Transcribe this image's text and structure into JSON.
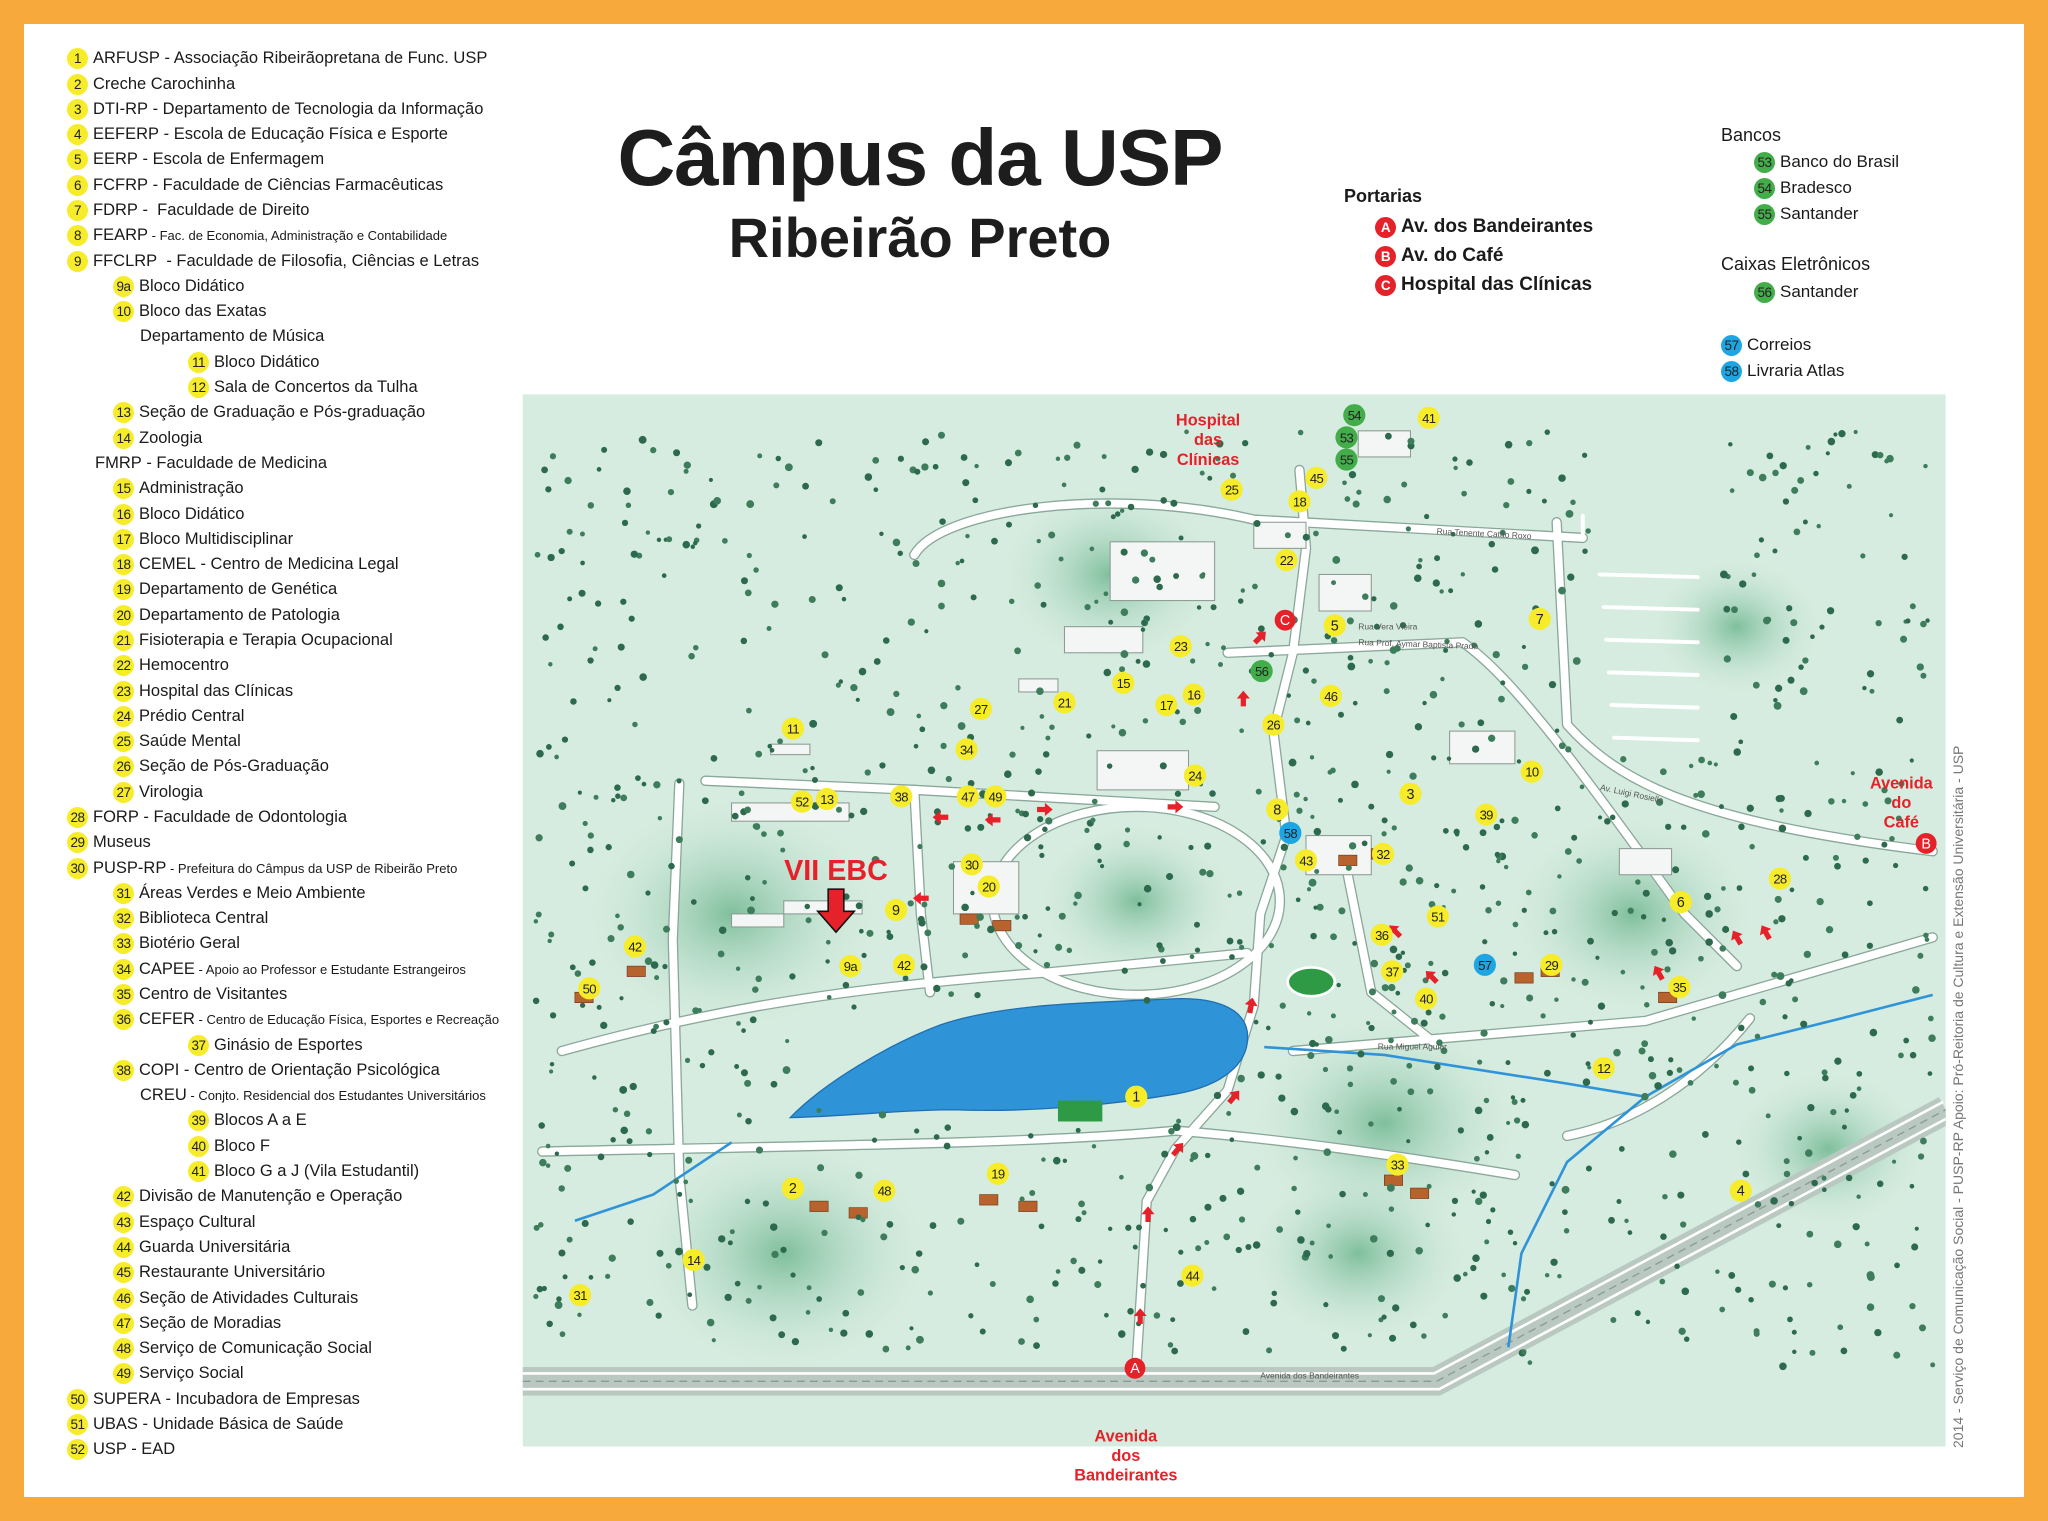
{
  "title": {
    "line1": "Câmpus da USP",
    "line2": "Ribeirão Preto"
  },
  "legend": [
    {
      "badge": "1",
      "code": "ARFUSP",
      "desc": " - Associação Ribeirãopretana de Func. USP",
      "level": 0
    },
    {
      "badge": "2",
      "code": "Creche Carochinha",
      "desc": "",
      "level": 0
    },
    {
      "badge": "3",
      "code": "DTI-RP",
      "desc": " - Departamento de Tecnologia da Informação",
      "level": 0
    },
    {
      "badge": "4",
      "code": "EEFERP",
      "desc": " - Escola de Educação Física e Esporte",
      "level": 0
    },
    {
      "badge": "5",
      "code": "EERP",
      "desc": " - Escola de Enfermagem",
      "level": 0
    },
    {
      "badge": "6",
      "code": "FCFRP",
      "desc": " - Faculdade de Ciências Farmacêuticas",
      "level": 0
    },
    {
      "badge": "7",
      "code": "FDRP",
      "desc": " -  Faculdade de Direito",
      "level": 0
    },
    {
      "badge": "8",
      "code": "FEARP",
      "desc": " - Fac. de Economia, Administração e Contabilidade",
      "level": 0,
      "small": true
    },
    {
      "badge": "9",
      "code": "FFCLRP",
      "desc": "  - Faculdade de Filosofia, Ciências e Letras",
      "level": 0
    },
    {
      "badge": "9a",
      "code": "Bloco Didático",
      "desc": "",
      "level": 1
    },
    {
      "badge": "10",
      "code": "Bloco das Exatas",
      "desc": "",
      "level": 1
    },
    {
      "badge": "",
      "code": "Departamento de Música",
      "desc": "",
      "level": 1
    },
    {
      "badge": "11",
      "code": "Bloco Didático",
      "desc": "",
      "level": 2
    },
    {
      "badge": "12",
      "code": "Sala de Concertos da Tulha",
      "desc": "",
      "level": 2
    },
    {
      "badge": "13",
      "code": "Seção de Graduação e Pós-graduação",
      "desc": "",
      "level": 1
    },
    {
      "badge": "14",
      "code": "Zoologia",
      "desc": "",
      "level": 1
    },
    {
      "badge": "",
      "code": "FMRP",
      "desc": " - Faculdade de Medicina",
      "level": 0
    },
    {
      "badge": "15",
      "code": "Administração",
      "desc": "",
      "level": 1
    },
    {
      "badge": "16",
      "code": "Bloco Didático",
      "desc": "",
      "level": 1
    },
    {
      "badge": "17",
      "code": "Bloco Multidisciplinar",
      "desc": "",
      "level": 1
    },
    {
      "badge": "18",
      "code": "CEMEL",
      "desc": " - Centro de Medicina Legal",
      "level": 1
    },
    {
      "badge": "19",
      "code": "Departamento de Genética",
      "desc": "",
      "level": 1
    },
    {
      "badge": "20",
      "code": "Departamento de Patologia",
      "desc": "",
      "level": 1
    },
    {
      "badge": "21",
      "code": "Fisioterapia e Terapia Ocupacional",
      "desc": "",
      "level": 1
    },
    {
      "badge": "22",
      "code": "Hemocentro",
      "desc": "",
      "level": 1
    },
    {
      "badge": "23",
      "code": "Hospital das Clínicas",
      "desc": "",
      "level": 1
    },
    {
      "badge": "24",
      "code": "Prédio Central",
      "desc": "",
      "level": 1
    },
    {
      "badge": "25",
      "code": "Saúde Mental",
      "desc": "",
      "level": 1
    },
    {
      "badge": "26",
      "code": "Seção de Pós-Graduação",
      "desc": "",
      "level": 1
    },
    {
      "badge": "27",
      "code": "Virologia",
      "desc": "",
      "level": 1
    },
    {
      "badge": "28",
      "code": "FORP",
      "desc": " - Faculdade de Odontologia",
      "level": 0
    },
    {
      "badge": "29",
      "code": "Museus",
      "desc": "",
      "level": 0
    },
    {
      "badge": "30",
      "code": "PUSP-RP",
      "desc": " - Prefeitura do Câmpus da USP de Ribeirão Preto",
      "level": 0,
      "small": true
    },
    {
      "badge": "31",
      "code": "Áreas Verdes e Meio Ambiente",
      "desc": "",
      "level": 1
    },
    {
      "badge": "32",
      "code": "Biblioteca Central",
      "desc": "",
      "level": 1
    },
    {
      "badge": "33",
      "code": "Biotério Geral",
      "desc": "",
      "level": 1
    },
    {
      "badge": "34",
      "code": "CAPEE",
      "desc": " - Apoio ao Professor e Estudante Estrangeiros",
      "level": 1,
      "small": true
    },
    {
      "badge": "35",
      "code": "Centro de Visitantes",
      "desc": "",
      "level": 1
    },
    {
      "badge": "36",
      "code": "CEFER",
      "desc": " - Centro de Educação Física, Esportes e Recreação",
      "level": 1,
      "small": true
    },
    {
      "badge": "37",
      "code": "Ginásio de Esportes",
      "desc": "",
      "level": 2
    },
    {
      "badge": "38",
      "code": "COPI",
      "desc": " - Centro de Orientação Psicológica",
      "level": 1
    },
    {
      "badge": "",
      "code": "CREU",
      "desc": " - Conjto. Residencial dos Estudantes Universitários",
      "level": 1,
      "small": true
    },
    {
      "badge": "39",
      "code": "Blocos A a E",
      "desc": "",
      "level": 2
    },
    {
      "badge": "40",
      "code": "Bloco F",
      "desc": "",
      "level": 2
    },
    {
      "badge": "41",
      "code": "Bloco G a J (Vila Estudantil)",
      "desc": "",
      "level": 2
    },
    {
      "badge": "42",
      "code": "Divisão de Manutenção e Operação",
      "desc": "",
      "level": 1
    },
    {
      "badge": "43",
      "code": "Espaço Cultural",
      "desc": "",
      "level": 1
    },
    {
      "badge": "44",
      "code": "Guarda Universitária",
      "desc": "",
      "level": 1
    },
    {
      "badge": "45",
      "code": "Restaurante Universitário",
      "desc": "",
      "level": 1
    },
    {
      "badge": "46",
      "code": "Seção de Atividades Culturais",
      "desc": "",
      "level": 1
    },
    {
      "badge": "47",
      "code": "Seção de Moradias",
      "desc": "",
      "level": 1
    },
    {
      "badge": "48",
      "code": "Serviço de Comunicação Social",
      "desc": "",
      "level": 1
    },
    {
      "badge": "49",
      "code": "Serviço Social",
      "desc": "",
      "level": 1
    },
    {
      "badge": "50",
      "code": "SUPERA",
      "desc": " - Incubadora de Empresas",
      "level": 0
    },
    {
      "badge": "51",
      "code": "UBAS",
      "desc": " - Unidade Básica de Saúde",
      "level": 0
    },
    {
      "badge": "52",
      "code": "USP - EAD",
      "desc": "",
      "level": 0
    }
  ],
  "portarias": {
    "heading": "Portarias",
    "items": [
      {
        "badge": "A",
        "label": "Av. dos Bandeirantes"
      },
      {
        "badge": "B",
        "label": "Av. do Café"
      },
      {
        "badge": "C",
        "label": "Hospital das Clínicas"
      }
    ]
  },
  "bancos": {
    "heading": "Bancos",
    "items": [
      {
        "badge": "53",
        "label": "Banco do Brasil"
      },
      {
        "badge": "54",
        "label": "Bradesco"
      },
      {
        "badge": "55",
        "label": "Santander"
      }
    ]
  },
  "caixas": {
    "heading": "Caixas Eletrônicos",
    "items": [
      {
        "badge": "56",
        "label": "Santander"
      }
    ]
  },
  "outros": [
    {
      "badge": "57",
      "label": "Correios"
    },
    {
      "badge": "58",
      "label": "Livraria Atlas"
    }
  ],
  "map": {
    "markers": [
      "1",
      "2",
      "3",
      "4",
      "5",
      "6",
      "7",
      "8",
      "9",
      "9a",
      "10",
      "11",
      "12",
      "13",
      "14",
      "15",
      "16",
      "17",
      "18",
      "19",
      "20",
      "21",
      "22",
      "23",
      "24",
      "25",
      "26",
      "27",
      "28",
      "29",
      "30",
      "31",
      "32",
      "33",
      "34",
      "35",
      "36",
      "37",
      "38",
      "39",
      "40",
      "41",
      "42",
      "42",
      "43",
      "44",
      "45",
      "46",
      "47",
      "48",
      "49",
      "50",
      "51",
      "52",
      "53",
      "54",
      "55",
      "56",
      "57",
      "58",
      "A",
      "B",
      "C"
    ],
    "red_labels": {
      "hospital": [
        "Hospital",
        "das",
        "Clínicas"
      ],
      "cafe": [
        "Avenida",
        "do",
        "Café"
      ],
      "bandeirantes": [
        "Avenida",
        "dos",
        "Bandeirantes"
      ]
    },
    "event_label": "VII EBC",
    "streets": {
      "catao_roxo": "Rua Tenente Catão Roxo",
      "aymar": "Rua Prof. Aymar Baptista Prado",
      "vera_vieira": "Rua Vera Vieira",
      "rosiello": "Av. Luigi Rosiello",
      "bandeirantes_road": "Avenida dos Bandeirantes",
      "miguel_aguiar": "Rua Miguel Aguiar"
    },
    "colors": {
      "yellow": "#f6ec2a",
      "green": "#43ad4a",
      "blue": "#1ea6e4",
      "red": "#e52229",
      "lake": "#2f93d8",
      "ground": "#d6ece0",
      "border": "#f8a93b"
    }
  },
  "credit": "2014 - Serviço de Comunicação Social - PUSP-RP    Apoio: Pró-Reitoria de Cultura e Extensão Universitária - USP"
}
